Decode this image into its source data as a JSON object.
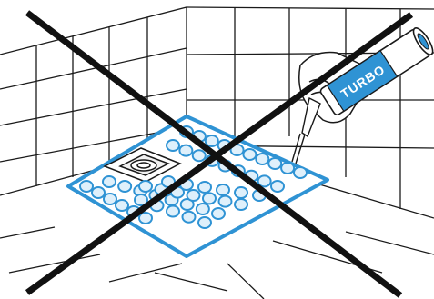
{
  "illustration": {
    "tube_label": "TURBO",
    "colors": {
      "line": "#1a1a1a",
      "membrane": "#2f93d4",
      "bead_fill": "#dff0fb",
      "background": "#ffffff"
    },
    "icons": {
      "cross": "prohibition-cross",
      "drain": "floor-drain",
      "hand": "gloved-hand",
      "tube": "sealant-tube",
      "nozzle": "applicator-nozzle"
    }
  }
}
